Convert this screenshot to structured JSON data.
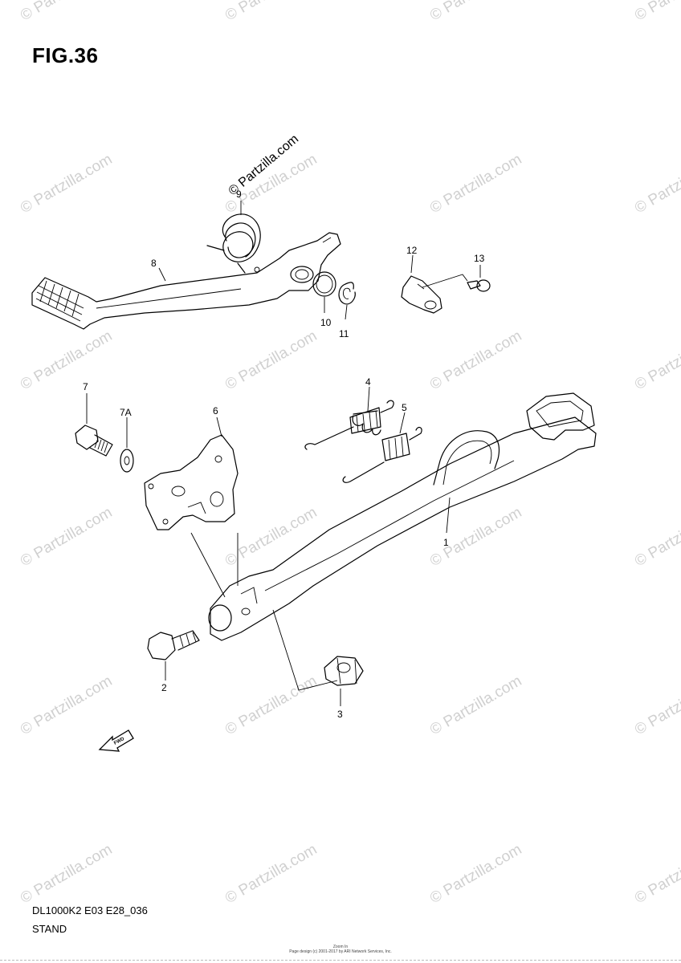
{
  "figure": {
    "title": "FIG.36"
  },
  "watermark": {
    "text": "© Partzilla.com",
    "color": "#d0d0d0"
  },
  "callouts": [
    {
      "id": "c1",
      "label": "1"
    },
    {
      "id": "c2",
      "label": "2"
    },
    {
      "id": "c3",
      "label": "3"
    },
    {
      "id": "c4",
      "label": "4"
    },
    {
      "id": "c5",
      "label": "5"
    },
    {
      "id": "c6",
      "label": "6"
    },
    {
      "id": "c7",
      "label": "7"
    },
    {
      "id": "c7a",
      "label": "7A"
    },
    {
      "id": "c8",
      "label": "8"
    },
    {
      "id": "c9",
      "label": "9"
    },
    {
      "id": "c10",
      "label": "10"
    },
    {
      "id": "c11",
      "label": "11"
    },
    {
      "id": "c12",
      "label": "12"
    },
    {
      "id": "c13",
      "label": "13"
    }
  ],
  "direction_badge": {
    "text": "FWD",
    "icon": "fwd-arrow-icon"
  },
  "footer": {
    "model_code": "DL1000K2 E03 E28_036",
    "section_name": "STAND",
    "small_line_1": "Zoom In",
    "small_line_2": "Page design (c) 2001-2017 by ARI Network Services, Inc."
  }
}
